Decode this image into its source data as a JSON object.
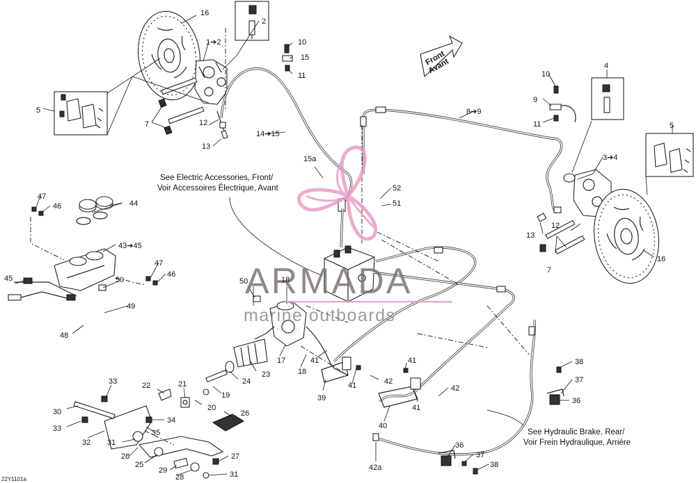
{
  "labels": {
    "l16a": "16",
    "l2": "2",
    "l1_2": "1➔2",
    "l10a": "10",
    "l15a": "15",
    "l11a": "11",
    "l5a": "5",
    "l7a": "7",
    "l12a": "12",
    "l13a": "13",
    "l14_15": "14➔15",
    "l8_9": "8➔9",
    "l10b": "10",
    "l9": "9",
    "l11b": "11",
    "l4": "4",
    "l5b": "5",
    "l3_4": "3➔4",
    "l15a2": "15a",
    "l52": "52",
    "l51": "51",
    "l12b": "12",
    "l13b": "13",
    "l7b": "7",
    "l16b": "16",
    "l47a": "47",
    "l46a": "46",
    "l44": "44",
    "l43_45": "43➔45",
    "l47b": "47",
    "l46b": "46",
    "l45": "45",
    "l50a": "50",
    "l49": "49",
    "l48": "48",
    "l50b": "50",
    "l18a": "18",
    "l17": "17",
    "l18b": "18",
    "l41a": "41",
    "l41b": "41",
    "l41c": "41",
    "l41d": "41",
    "l42a": "42",
    "l42b": "42",
    "l23": "23",
    "l24": "24",
    "l19": "19",
    "l20": "20",
    "l21": "21",
    "l22": "22",
    "l33a": "33",
    "l30": "30",
    "l33b": "33",
    "l32": "32",
    "l34": "34",
    "l35": "35",
    "l31a": "31",
    "l28a": "28",
    "l25": "25",
    "l26": "26",
    "l27": "27",
    "l29": "29",
    "l28b": "28",
    "l31b": "31",
    "l39": "39",
    "l40": "40",
    "l38a": "38",
    "l37a": "37",
    "l36a": "36",
    "l36b": "36",
    "l37b": "37",
    "l38b": "38",
    "l42a_ref": "42a"
  },
  "notes": {
    "front_fr": "Front",
    "front_en": "Avant",
    "elec_line1": "See Electric Accessories, Front/",
    "elec_line2": "Voir Accessoires Électrique, Avant",
    "hyd_line1": "See Hydraulic Brake, Rear/",
    "hyd_line2": "Voir Frein Hydraulique, Arrière"
  },
  "watermark": {
    "brand": "ARMADA",
    "tagline": "marine outboards",
    "color": "#e89ac4"
  },
  "ref_code": "22Y1101a"
}
